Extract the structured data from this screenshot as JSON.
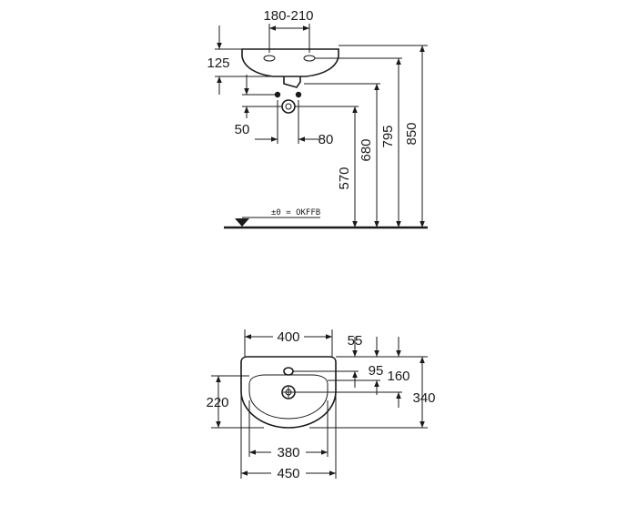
{
  "side_view": {
    "tap_hole_spacing": "180-210",
    "rim_height": "125",
    "waste_offset": "50",
    "waste_centre": "80",
    "waste_height": "570",
    "supply_height": "680",
    "overflow_height": "795",
    "rim_top_height": "850",
    "floor_reference": "±0 = OKFFB"
  },
  "top_view": {
    "inner_width": "400",
    "tap_hole_depth": "55",
    "overflow_depth": "95",
    "waste_depth": "160",
    "total_depth": "340",
    "bowl_depth": "220",
    "bowl_width": "380",
    "overall_width": "450"
  }
}
